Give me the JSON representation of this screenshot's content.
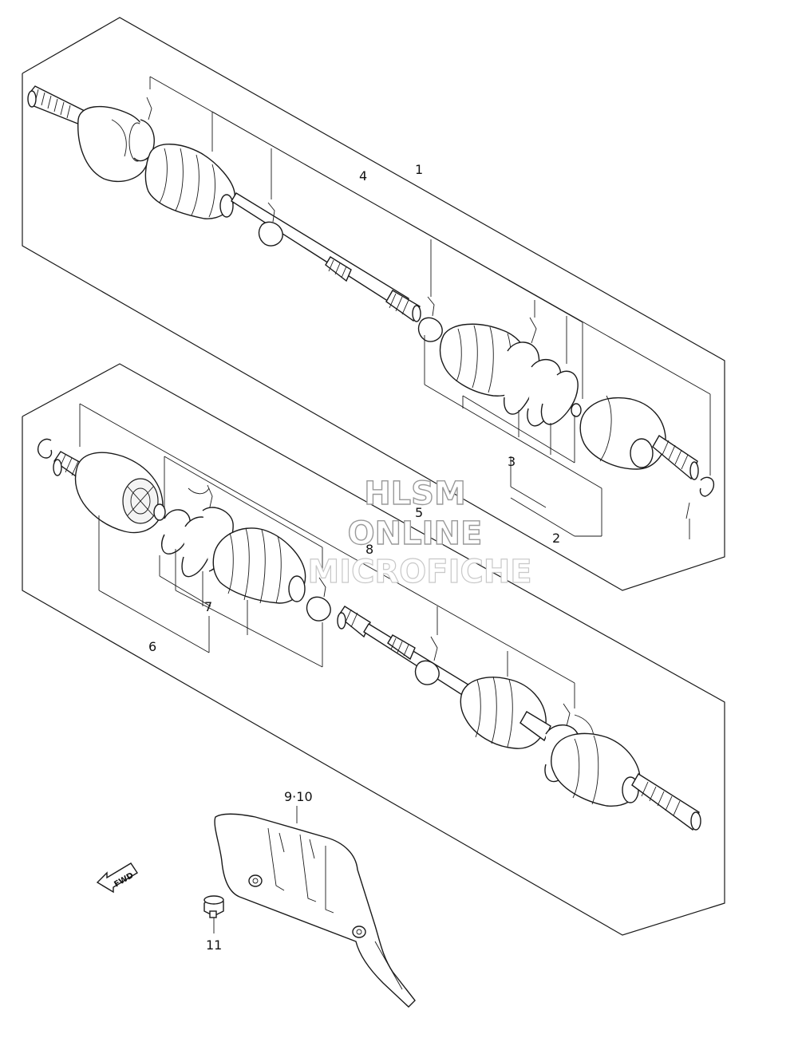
{
  "callouts": {
    "c1": "1",
    "c2": "2",
    "c3": "3",
    "c4": "4",
    "c5": "5",
    "c6": "6",
    "c7": "7",
    "c8": "8",
    "c9_10": "9·10",
    "c11": "11"
  },
  "direction_arrow": {
    "label": "FWD"
  },
  "watermark": {
    "line1": "HLSM",
    "line2": "ONLINE",
    "line3": "MICROFICHE"
  }
}
